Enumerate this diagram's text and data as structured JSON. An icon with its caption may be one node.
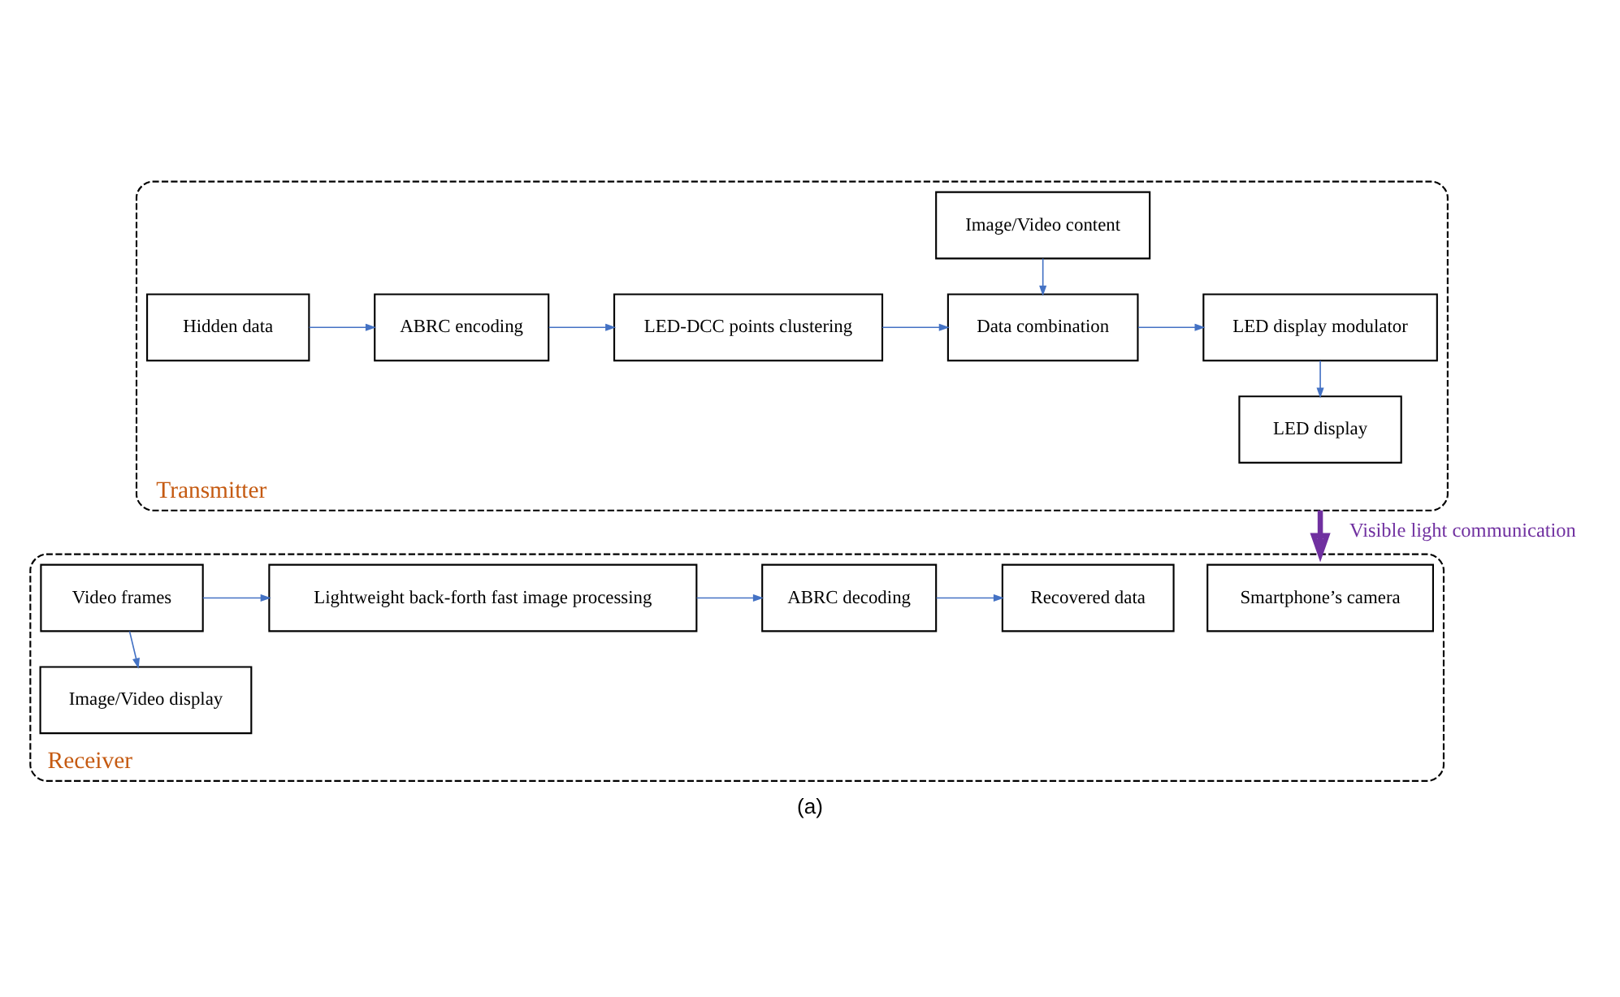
{
  "diagram": {
    "caption": "(a)",
    "nodes": [
      {
        "text": [
          "Transmitter"
        ]
      },
      {
        "text": [
          "Hidden data"
        ],
        "in": 0
      },
      {
        "text": [
          "ABRC encoding"
        ],
        "in": 0
      },
      {
        "text": [
          "LED-DCC points clustering"
        ],
        "in": 0
      },
      {
        "text": [
          "Image/Video content"
        ],
        "in": 0
      },
      {
        "text": [
          "Data combination"
        ],
        "in": 0
      },
      {
        "text": [
          "LED display modulator"
        ],
        "in": 0
      },
      {
        "text": [
          "LED display"
        ],
        "in": 0
      },
      {
        "text": [
          "Receiver"
        ]
      },
      {
        "text": [
          "Smartphone’s camera"
        ],
        "in": 8
      },
      {
        "text": [
          "Recovered data"
        ],
        "in": 8
      },
      {
        "text": [
          "ABRC decoding"
        ],
        "in": 8
      },
      {
        "text": [
          "Lightweight back-forth fast image processing"
        ],
        "in": 8
      },
      {
        "text": [
          "Video frames"
        ],
        "in": 8
      },
      {
        "text": [
          "Image/Video display"
        ],
        "in": 8
      }
    ],
    "edges": [
      {
        "from": 1,
        "to": 2,
        "arrow": "to"
      },
      {
        "from": 2,
        "to": 3,
        "arrow": "to"
      },
      {
        "from": 3,
        "to": 5,
        "arrow": "to"
      },
      {
        "from": 4,
        "to": 5,
        "arrow": "to"
      },
      {
        "from": 5,
        "to": 6,
        "arrow": "to"
      },
      {
        "from": 6,
        "to": 7,
        "arrow": "to"
      },
      {
        "from": 0,
        "to": 8,
        "arrow": "to",
        "label": "Visible light communication",
        "style": "thick",
        "color": "#7030a0"
      },
      {
        "from": 13,
        "to": 12,
        "arrow": "to"
      },
      {
        "from": 12,
        "to": 11,
        "arrow": "to"
      },
      {
        "from": 11,
        "to": 10,
        "arrow": "to"
      },
      {
        "from": 13,
        "to": 14,
        "arrow": "to"
      }
    ]
  }
}
